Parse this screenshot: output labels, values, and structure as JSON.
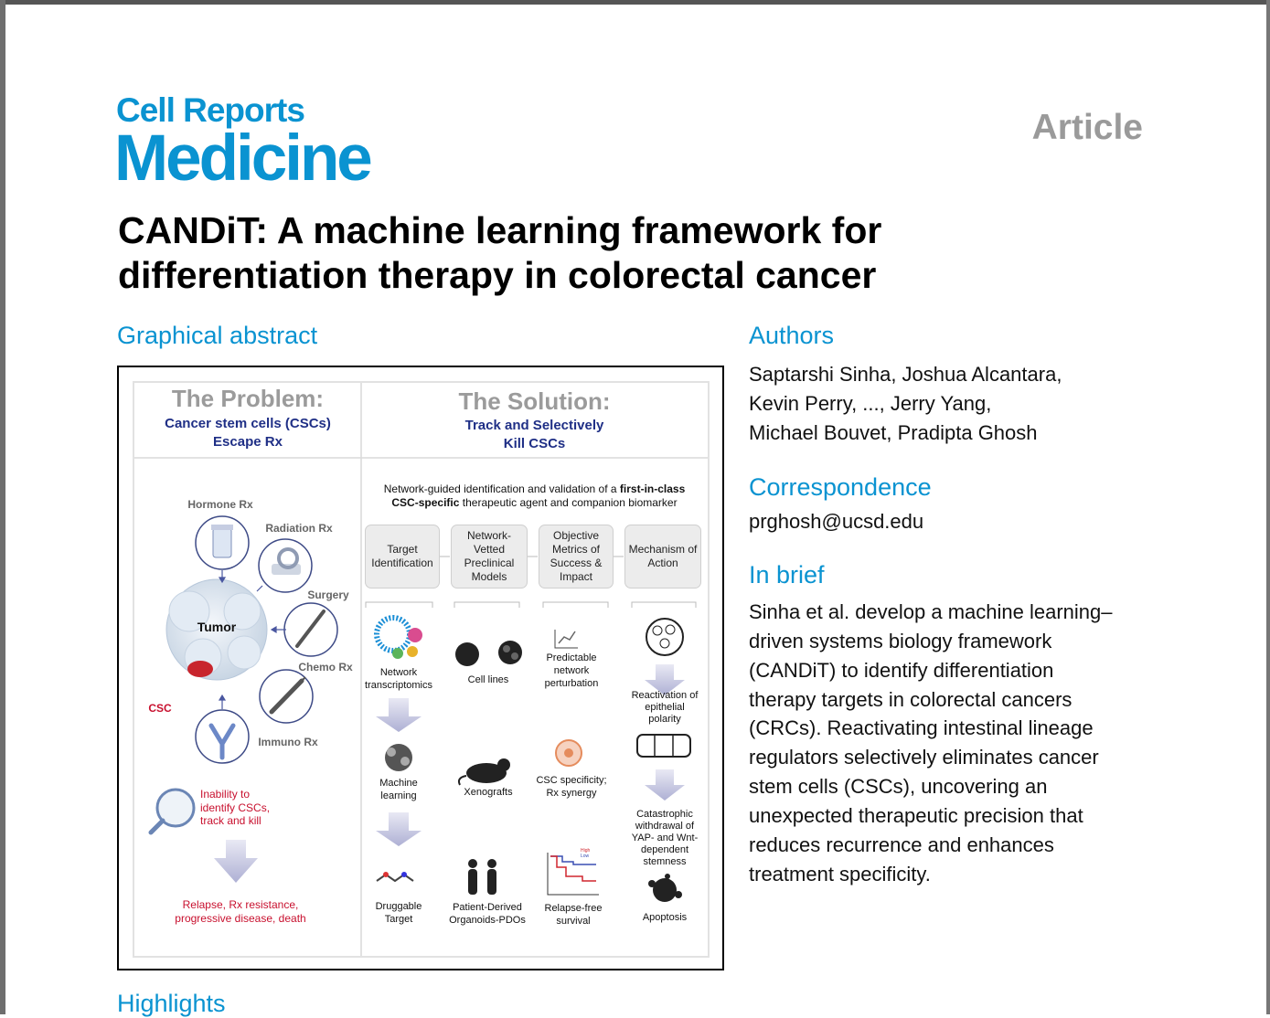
{
  "journal": {
    "line1": "Cell Reports",
    "line2": "Medicine",
    "article_type": "Article"
  },
  "title": "CANDiT: A machine learning framework for differentiation therapy in colorectal cancer",
  "sections": {
    "graphical_abstract": "Graphical abstract",
    "authors": "Authors",
    "correspondence": "Correspondence",
    "in_brief": "In brief",
    "highlights": "Highlights"
  },
  "authors": [
    "Saptarshi Sinha, Joshua Alcantara,",
    "Kevin Perry, ..., Jerry Yang,",
    "Michael Bouvet, Pradipta Ghosh"
  ],
  "correspondence_email": "prghosh@ucsd.edu",
  "in_brief_lines": [
    "Sinha et al. develop a machine learning–",
    "driven systems biology framework",
    "(CANDiT) to identify differentiation",
    "therapy targets in colorectal cancers",
    "(CRCs). Reactivating intestinal lineage",
    "regulators selectively eliminates cancer",
    "stem cells (CSCs), uncovering an",
    "unexpected therapeutic precision that",
    "reduces recurrence and enhances",
    "treatment specificity."
  ],
  "graphical_abstract": {
    "problem_title": "The Problem:",
    "problem_sub1": "Cancer stem cells (CSCs)",
    "problem_sub2": "Escape Rx",
    "solution_title": "The Solution:",
    "solution_sub1": "Track and Selectively",
    "solution_sub2": "Kill CSCs",
    "labels": {
      "hormone": "Hormone Rx",
      "radiation": "Radiation Rx",
      "surgery": "Surgery",
      "tumor": "Tumor",
      "chemo": "Chemo Rx",
      "csc": "CSC",
      "immuno": "Immuno Rx",
      "inability1": "Inability to",
      "inability2": "identify CSCs,",
      "inability3": "track and kill",
      "relapse1": "Relapse, Rx resistance,",
      "relapse2": "progressive disease, death"
    },
    "solution_intro_a": "Network-guided identification and validation of a",
    "solution_intro_b": "first-in-class",
    "solution_intro_c": "CSC-specific",
    "solution_intro_d": "therapeutic agent and companion biomarker",
    "steps": [
      "Target Identification",
      "Network-Vetted Preclinical Models",
      "Objective Metrics of Success & Impact",
      "Mechanism of Action"
    ],
    "col1": [
      "Network transcriptomics",
      "Machine learning",
      "Druggable Target"
    ],
    "col2": [
      "Cell lines",
      "Xenografts",
      "Patient-Derived Organoids-PDOs"
    ],
    "col3": [
      "Predictable network perturbation",
      "CSC specificity; Rx synergy",
      "Relapse-free survival"
    ],
    "col4": [
      "Reactivation of epithelial polarity",
      "Catastrophic withdrawal of YAP- and Wnt-dependent stemness",
      "Apoptosis"
    ],
    "km_legend": [
      "High",
      "Low"
    ]
  }
}
